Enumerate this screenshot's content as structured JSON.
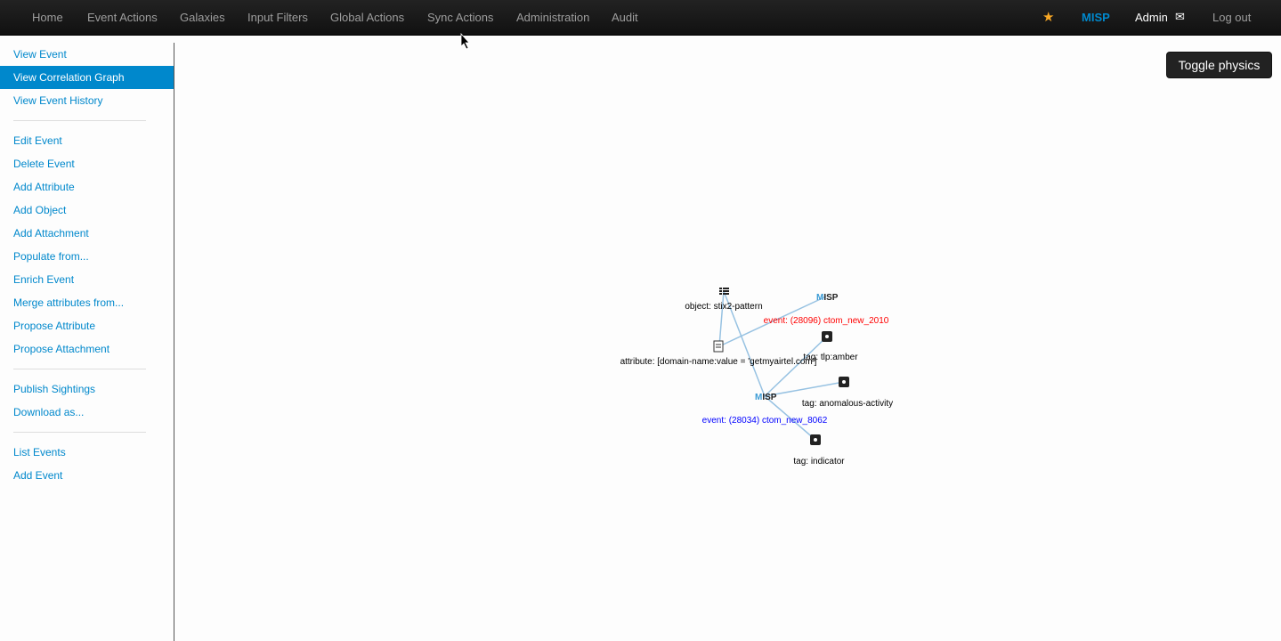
{
  "nav": {
    "items": [
      "Home",
      "Event Actions",
      "Galaxies",
      "Input Filters",
      "Global Actions",
      "Sync Actions",
      "Administration",
      "Audit"
    ],
    "brand": "MISP",
    "user": "Admin",
    "logout": "Log out"
  },
  "sidebar": {
    "items": [
      "View Event",
      "View Correlation Graph",
      "View Event History",
      "Edit Event",
      "Delete Event",
      "Add Attribute",
      "Add Object",
      "Add Attachment",
      "Populate from...",
      "Enrich Event",
      "Merge attributes from...",
      "Propose Attribute",
      "Propose Attachment",
      "Publish Sightings",
      "Download as...",
      "List Events",
      "Add Event"
    ],
    "active": "View Correlation Graph"
  },
  "toolbar": {
    "toggle_physics": "Toggle physics"
  },
  "graph": {
    "nodes": {
      "object": "object: stix2-pattern",
      "attribute": "attribute: [domain-name:value = 'getmyairtel.com']",
      "event1": "event: (28096) ctom_new_2010",
      "event2": "event: (28034) ctom_new_8062",
      "tag_amber": "tag: tlp:amber",
      "tag_anomalous": "tag: anomalous-activity",
      "tag_indicator": "tag: indicator",
      "misp_m": "M",
      "misp_isp": "ISP"
    },
    "colors": {
      "edge": "#97c2e2",
      "event1": "#ff0000",
      "event2": "#0000ff",
      "misp_m": "#3b9bd5"
    }
  }
}
